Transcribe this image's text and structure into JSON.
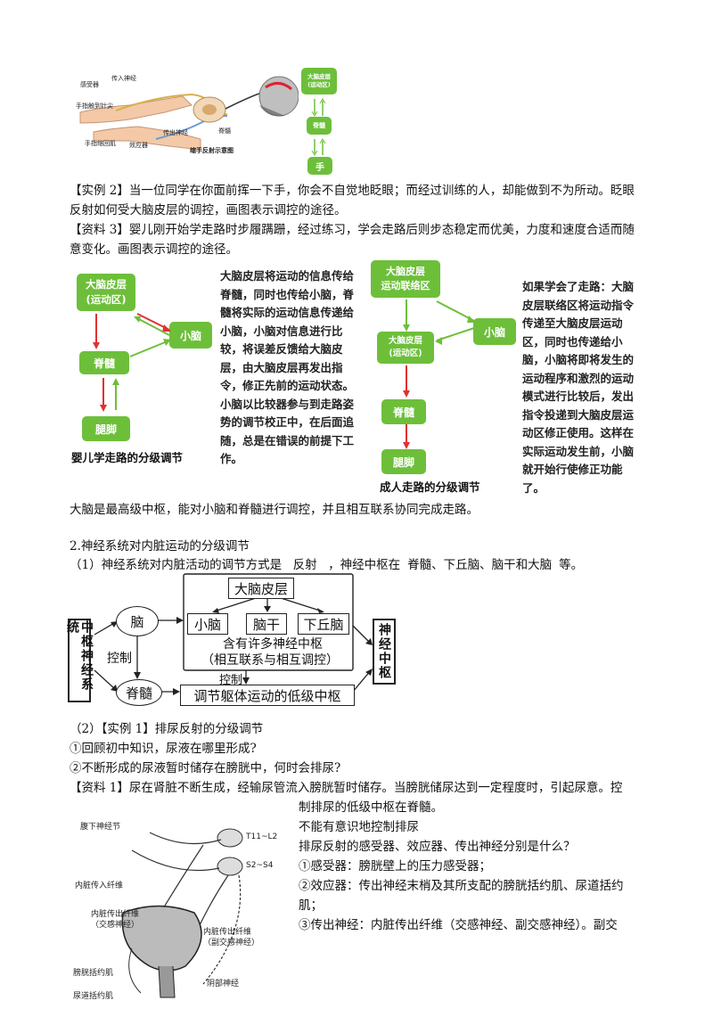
{
  "fig_reflex": {
    "labels": {
      "receptor": "感受器",
      "afferent": "传入神经",
      "stimulus": "手指触到针尖",
      "effector": "手指缩回肌",
      "effector2": "效应器",
      "efferent": "传出神经",
      "spinal": "脊髓",
      "caption": "缩手反射示意图"
    },
    "flow": {
      "top": "大脑皮层",
      "top_sub": "(运动区)",
      "mid": "脊髓",
      "bottom": "手"
    }
  },
  "para_example2": "【实例 2】当一位同学在你面前挥一下手，你会不自觉地眨眼；而经过训练的人，却能做到不为所动。眨眼反射如何受大脑皮层的调控，画图表示调控的途径。",
  "para_material3": "【资料 3】婴儿刚开始学走路时步履蹒跚，经过练习，学会走路后则步态稳定而优美，力度和速度合适而随意变化。画图表示调控的途径。",
  "diagram_baby": {
    "cortex": "大脑皮层",
    "cortex_sub": "(运动区)",
    "cerebellum": "小脑",
    "spinal": "脊髓",
    "leg": "腿脚",
    "caption": "婴儿学走路的分级调节",
    "note": "大脑皮层将运动的信息传给脊髓，同时也传给小脑，脊髓将实际的运动信息传递给小脑，小脑对信息进行比较，将误差反馈给大脑皮层，由大脑皮层再发出指令，修正先前的运动状态。小脑以比较器参与到走路姿势的调节校正中，在后面追随，总是在错误的前提下工作。"
  },
  "diagram_adult": {
    "assoc": "大脑皮层",
    "assoc_sub": "运动联络区",
    "cortex": "大脑皮层",
    "cortex_sub": "(运动区)",
    "cerebellum": "小脑",
    "spinal": "脊髓",
    "leg": "腿脚",
    "caption": "成人走路的分级调节",
    "note": "如果学会了走路：大脑皮层联络区将运动指令传递至大脑皮层运动区，同时也传递给小脑，小脑将即将发生的运动程序和激烈的运动模式进行比较后，发出指令投递到大脑皮层运动区修正使用。这样在实际运动发生前，小脑就开始行使修正功能了。"
  },
  "para_summary": "大脑是最高级中枢，能对小脑和脊髓进行调控，并且相互联系协同完成走路。",
  "section2_title": "2.神经系统对内脏运动的分级调节",
  "q1_prefix": "（1）神经系统对内脏活动的调节方式是",
  "q1_answer1": "反射",
  "q1_mid": "，神经中枢在",
  "q1_answer2": "脊髓、下丘脑、脑干和大脑",
  "q1_suffix": "等。",
  "cns_diagram": {
    "left": "中枢神经系统",
    "brain": "脑",
    "spinal": "脊髓",
    "control1": "控制",
    "control2": "控制",
    "cortex": "大脑皮层",
    "cerebellum": "小脑",
    "brainstem": "脑干",
    "hypothalamus": "下丘脑",
    "group_line1": "含有许多神经中枢",
    "group_line2": "（相互联系与相互调控）",
    "low_center": "调节躯体运动的低级中枢",
    "right": "神经中枢"
  },
  "q2_title": "（2）【实例 1】排尿反射的分级调节",
  "q2_item1": "①回顾初中知识，尿液在哪里形成?",
  "q2_item2": "②不断形成的尿液暂时储存在膀胱中，何时会排尿?",
  "material1": "【资料 1】尿在肾脏不断生成，经输尿管流入膀胱暂时储存。当膀胱储尿达到一定程度时，引起尿意。控",
  "material1_cont": "制排尿的低级中枢在脊髓。",
  "urine_note1": "不能有意识地控制排尿",
  "urine_q": "排尿反射的感受器、效应器、传出神经分别是什么？",
  "urine_a1": "①感受器：膀胱壁上的压力感受器；",
  "urine_a2": "②效应器：传出神经末梢及其所支配的膀胱括约肌、尿道括约",
  "urine_a2_cont": "肌；",
  "urine_a3": "③传出神经：内脏传出纤维（交感神经、副交感神经）。副交",
  "bladder_fig": {
    "ganglion": "腹下神经节",
    "t11": "T11~L2",
    "s2": "S2~S4",
    "afferent": "内脏传入纤维",
    "eff1": "内脏传出纤维",
    "eff1_sub": "（交感神经）",
    "eff2": "内脏传出纤维",
    "eff2_sub": "（副交感神经）",
    "sphincter": "膀胱括约肌",
    "pudendal": "阴部神经",
    "urethra": "尿道括约肌"
  }
}
